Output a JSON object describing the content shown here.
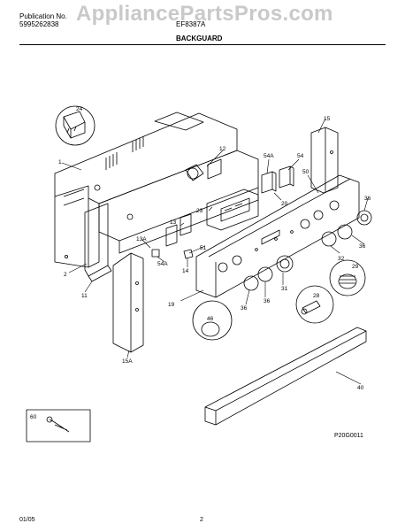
{
  "header": {
    "publication_label": "Publication No.",
    "publication_number": "5995262838",
    "model": "EF8387A",
    "section": "BACKGUARD"
  },
  "watermark": "AppliancePartsPros.com",
  "parts": {
    "p1": "1",
    "p2": "2",
    "p11": "11",
    "p12": "12",
    "p13": "13",
    "p13a": "13A",
    "p14": "14",
    "p15": "15",
    "p15a": "15A",
    "p19": "19",
    "p20": "20",
    "p23": "23",
    "p24": "24",
    "p28": "28",
    "p29": "29",
    "p31": "31",
    "p32": "32",
    "p36": "36",
    "p40": "40",
    "p46": "46",
    "p50": "50",
    "p51": "51",
    "p54": "54",
    "p54a": "54A",
    "p60": "60"
  },
  "figure_code": "P20G0011",
  "footer": {
    "date": "01/05",
    "page": "2"
  }
}
